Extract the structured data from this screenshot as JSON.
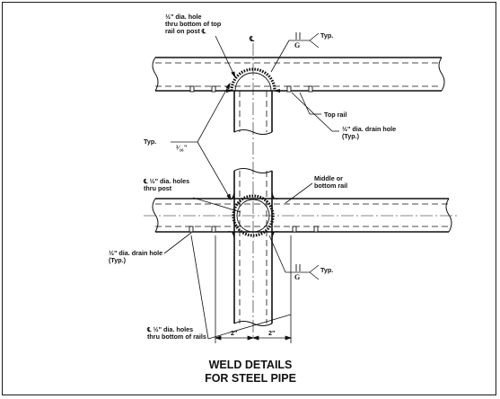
{
  "labels": {
    "top_hole": [
      "½\" dia. hole",
      "thru bottom of top",
      "rail on post ℄"
    ],
    "centerline_top": "℄",
    "typ_top": "Typ.",
    "weld_sym_top": "G",
    "top_rail": "Top rail",
    "drain_hole_right": [
      "½\" dia. drain hole",
      "(Typ.)"
    ],
    "typ_left": "Typ.",
    "fillet_size": "³⁄₁₆\"",
    "post_holes": [
      "℄ ½\" dia. holes",
      "thru post"
    ],
    "middle_rail": [
      "Middle or",
      "bottom rail"
    ],
    "drain_hole_left": [
      "½\" dia. drain hole",
      "(Typ.)"
    ],
    "typ_bottom": "Typ.",
    "weld_sym_bottom": "G",
    "rail_holes": [
      "℄ ½\" dia. holes",
      "thru bottom of rails"
    ],
    "dim_left": "2\"",
    "dim_right": "2\""
  },
  "title": [
    "WELD DETAILS",
    "FOR STEEL PIPE"
  ]
}
